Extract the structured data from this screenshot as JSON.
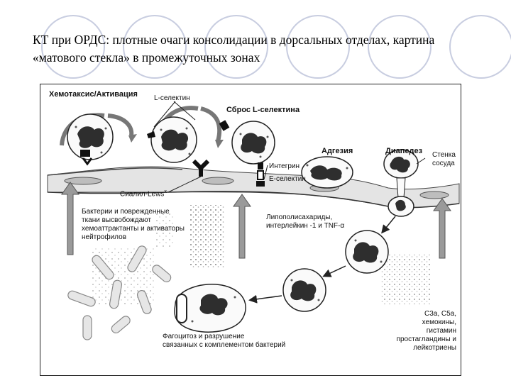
{
  "slide": {
    "title_line1": "КТ при ОРДС: плотные очаги консолидации в дорсальных отделах, картина",
    "title_line2": "«матового стекла» в промежуточных зонах"
  },
  "diagram": {
    "labels": {
      "chemotaxis": "Хемотаксис/Активация",
      "l_selectin": "L-селектин",
      "l_selectin_shed": "Сброс L-селектина",
      "adhesion": "Адгезия",
      "diapedesis": "Диапедез",
      "vessel_wall_1": "Стенка",
      "vessel_wall_2": "сосуда",
      "integrin": "Интегрин",
      "e_selectin": "Е-селектин",
      "sialyl_lewis": "Сиалил-Lews",
      "sialyl_lewis_sup": "x",
      "bacteria_1": "Бактерии и поврежденные",
      "bacteria_2": "ткани высвобождают",
      "bacteria_3": "хемоаттрактанты и активаторы",
      "bacteria_4": "нейтрофилов",
      "lps_1": "Липополисахариды,",
      "lps_2": "интерлейкин -1 и TNF-α",
      "complement_1": "С3а, С5а,",
      "complement_2": "хемокины,",
      "complement_3": "гистамин",
      "complement_4": "простагландины и",
      "complement_5": "лейкотриены",
      "phago_1": "Фагоцитоз и разрушение",
      "phago_2": "связанных с комплементом бактерий"
    }
  }
}
